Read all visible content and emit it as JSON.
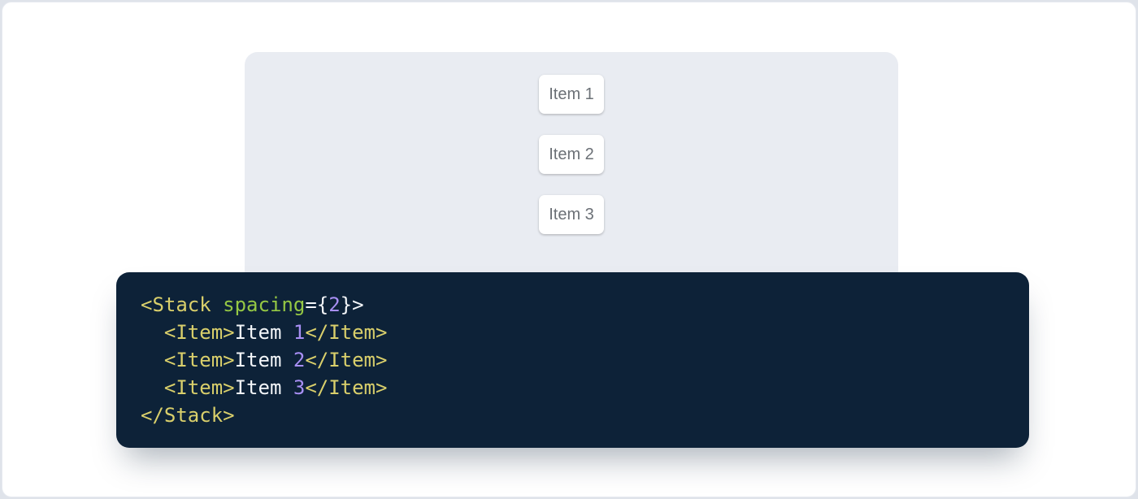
{
  "window": {
    "background_color": "#dfe3ea",
    "surface_color": "#ffffff"
  },
  "demo": {
    "panel_color": "#e9ecf2",
    "stack_spacing": 2,
    "item_text_color": "#6b7076",
    "items": [
      {
        "label": "Item 1"
      },
      {
        "label": "Item 2"
      },
      {
        "label": "Item 3"
      }
    ]
  },
  "code": {
    "background_color": "#0d2238",
    "language": "jsx",
    "token_colors": {
      "tag": "#d9cf6b",
      "attr": "#95c844",
      "number": "#a88ff4",
      "plain": "#f2f5f8"
    },
    "source": "<Stack spacing={2}>\n  <Item>Item 1</Item>\n  <Item>Item 2</Item>\n  <Item>Item 3</Item>\n</Stack>",
    "lines": [
      {
        "tokens": [
          {
            "text": "<Stack",
            "type": "tag"
          },
          {
            "text": " ",
            "type": "plain"
          },
          {
            "text": "spacing",
            "type": "attr"
          },
          {
            "text": "={",
            "type": "plain"
          },
          {
            "text": "2",
            "type": "number"
          },
          {
            "text": "}>",
            "type": "plain"
          }
        ]
      },
      {
        "tokens": [
          {
            "text": "  ",
            "type": "plain"
          },
          {
            "text": "<Item>",
            "type": "tag"
          },
          {
            "text": "Item ",
            "type": "plain"
          },
          {
            "text": "1",
            "type": "number"
          },
          {
            "text": "</Item>",
            "type": "tag"
          }
        ]
      },
      {
        "tokens": [
          {
            "text": "  ",
            "type": "plain"
          },
          {
            "text": "<Item>",
            "type": "tag"
          },
          {
            "text": "Item ",
            "type": "plain"
          },
          {
            "text": "2",
            "type": "number"
          },
          {
            "text": "</Item>",
            "type": "tag"
          }
        ]
      },
      {
        "tokens": [
          {
            "text": "  ",
            "type": "plain"
          },
          {
            "text": "<Item>",
            "type": "tag"
          },
          {
            "text": "Item ",
            "type": "plain"
          },
          {
            "text": "3",
            "type": "number"
          },
          {
            "text": "</Item>",
            "type": "tag"
          }
        ]
      },
      {
        "tokens": [
          {
            "text": "</Stack>",
            "type": "tag"
          }
        ]
      }
    ]
  }
}
